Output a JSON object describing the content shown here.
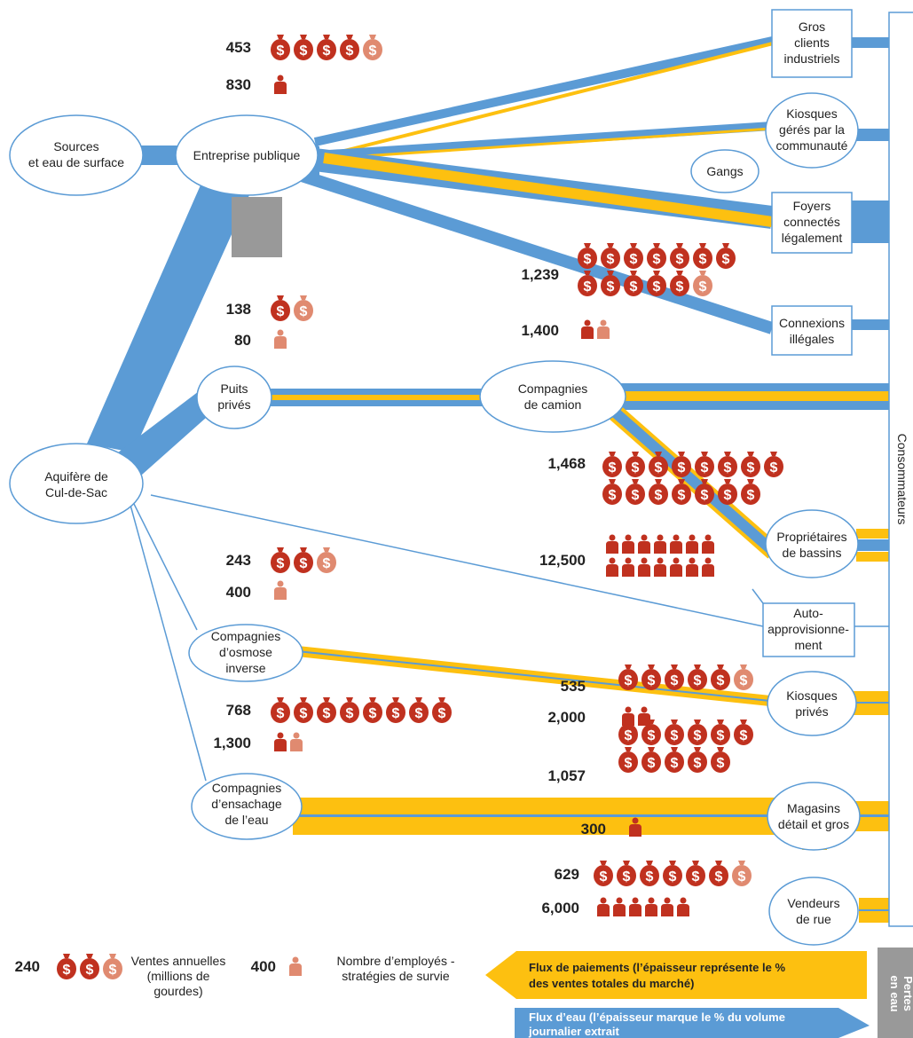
{
  "nodes": {
    "sources": [
      "Sources",
      "et eau de surface"
    ],
    "entreprise": [
      "Entreprise publique"
    ],
    "aquifere": [
      "Aquifère de",
      "Cul-de-Sac"
    ],
    "puits": [
      "Puits",
      "privés"
    ],
    "camion": [
      "Compagnies",
      "de camion"
    ],
    "osmose": [
      "Compagnies",
      "d’osmose",
      "inverse"
    ],
    "ensachage": [
      "Compagnies",
      "d’ensachage",
      "de l’eau"
    ],
    "gros_clients": [
      "Gros",
      "clients",
      "industriels"
    ],
    "kiosques_comm": [
      "Kiosques",
      "gérés par la",
      "communauté"
    ],
    "gangs": [
      "Gangs"
    ],
    "foyers": [
      "Foyers",
      "connectés",
      "légalement"
    ],
    "connexions": [
      "Connexions",
      "illégales"
    ],
    "proprietaires": [
      "Propriétaires",
      "de bassins"
    ],
    "auto": [
      "Auto-",
      "approvisionne-",
      "ment"
    ],
    "kiosques_prives": [
      "Kiosques",
      "privés"
    ],
    "magasins": [
      "Magasins",
      "détail et gros"
    ],
    "vendeurs": [
      "Vendeurs",
      "de rue"
    ]
  },
  "consommateurs": "Consommateurs",
  "stats": [
    {
      "id": "entreprise-sales",
      "value": "453",
      "bags": 4.5
    },
    {
      "id": "entreprise-employees",
      "value": "830",
      "people": 1
    },
    {
      "id": "connexions-sales",
      "value": "1,239",
      "bags": 12.5
    },
    {
      "id": "connexions-employees",
      "value": "1,400",
      "people": 1.5
    },
    {
      "id": "puits-sales",
      "value": "138",
      "bags": 1.5
    },
    {
      "id": "puits-employees",
      "value": "80",
      "people": 0.5
    },
    {
      "id": "proprietaires-sales",
      "value": "1,468",
      "bags": 15
    },
    {
      "id": "proprietaires-employees",
      "value": "12,500",
      "people": 14
    },
    {
      "id": "osmose-sales",
      "value": "243",
      "bags": 2.5
    },
    {
      "id": "osmose-employees",
      "value": "400",
      "people": 0.5
    },
    {
      "id": "kiosques-prives-sales",
      "value": "535",
      "bags": 5.5
    },
    {
      "id": "kiosques-prives-employees",
      "value": "2,000",
      "people": 2
    },
    {
      "id": "ensachage-sales",
      "value": "768",
      "bags": 8
    },
    {
      "id": "ensachage-employees",
      "value": "1,300",
      "people": 1.5
    },
    {
      "id": "magasins-sales",
      "value": "1,057",
      "bags": 11
    },
    {
      "id": "magasins-employees",
      "value": "300",
      "people": 1
    },
    {
      "id": "vendeurs-sales",
      "value": "629",
      "bags": 6.5
    },
    {
      "id": "vendeurs-employees",
      "value": "6,000",
      "people": 6
    }
  ],
  "legend": {
    "sales_value": "240",
    "sales_label": [
      "Ventes annuelles",
      "(millions de",
      "gourdes)"
    ],
    "employees_value": "400",
    "employees_label": [
      "Nombre d’employés -",
      "stratégies de survie"
    ],
    "payments_arrow": [
      "Flux de paiements (l’épaisseur représente le %",
      "des ventes totales du marché)"
    ],
    "water_arrow": [
      "Flux d’eau (l’épaisseur marque le % du volume",
      "journalier extrait"
    ],
    "pertes": [
      "Pertes",
      "en eau"
    ]
  },
  "colors": {
    "water": "#5b9bd5",
    "payment": "#fdc010",
    "money_bag": "#c0311f",
    "money_bag_half": "#e08a70",
    "loss": "#999999",
    "node_border": "#5b9bd5"
  }
}
